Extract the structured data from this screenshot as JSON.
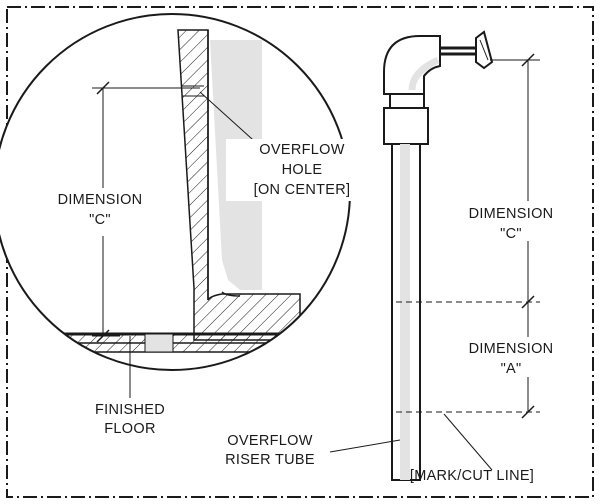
{
  "labels": {
    "overflow_hole_1": "OVERFLOW",
    "overflow_hole_2": "HOLE",
    "overflow_hole_3": "[ON CENTER]",
    "dimension_c_left_1": "DIMENSION",
    "dimension_c_left_2": "\"C\"",
    "dimension_c_right_1": "DIMENSION",
    "dimension_c_right_2": "\"C\"",
    "dimension_a_1": "DIMENSION",
    "dimension_a_2": "\"A\"",
    "finished_floor_1": "FINISHED",
    "finished_floor_2": "FLOOR",
    "riser_tube_1": "OVERFLOW",
    "riser_tube_2": "RISER TUBE",
    "mark_cut_line": "[MARK/CUT LINE]"
  },
  "colors": {
    "line": "#1a1a1a",
    "shade": "#e3e3e3",
    "background": "#ffffff"
  }
}
